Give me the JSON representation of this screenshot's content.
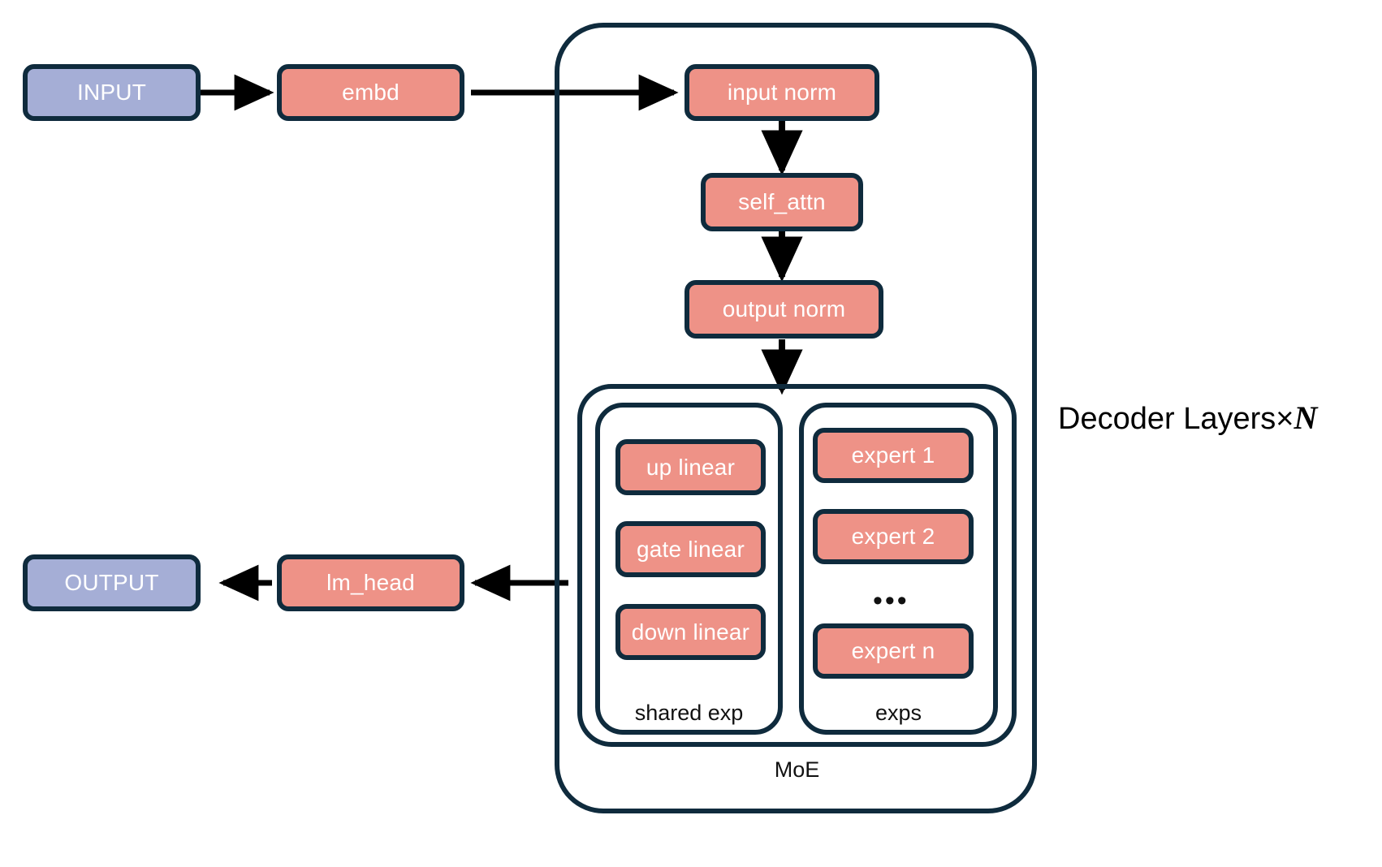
{
  "diagram": {
    "title_label": "Decoder Layers×",
    "title_label_n": "N",
    "colors": {
      "salmon": "#ee9287",
      "blue": "#a5aed6",
      "outline": "#0f2b3d",
      "text_on_fill": "#ffffff",
      "caption": "#111111",
      "background": "#ffffff"
    },
    "io": {
      "input": "INPUT",
      "embd": "embd",
      "output": "OUTPUT",
      "lm_head": "lm_head"
    },
    "decoder": {
      "blocks": [
        {
          "label": "input norm"
        },
        {
          "label": "self_attn"
        },
        {
          "label": "output norm"
        }
      ]
    },
    "moe": {
      "label": "MoE",
      "shared_expert": {
        "label": "shared exp",
        "layers": [
          {
            "label": "up linear"
          },
          {
            "label": "gate linear"
          },
          {
            "label": "down linear"
          }
        ]
      },
      "experts": {
        "label": "exps",
        "ellipsis": "•••",
        "items": [
          {
            "label": "expert 1"
          },
          {
            "label": "expert 2"
          },
          {
            "label": "expert n"
          }
        ]
      }
    }
  }
}
